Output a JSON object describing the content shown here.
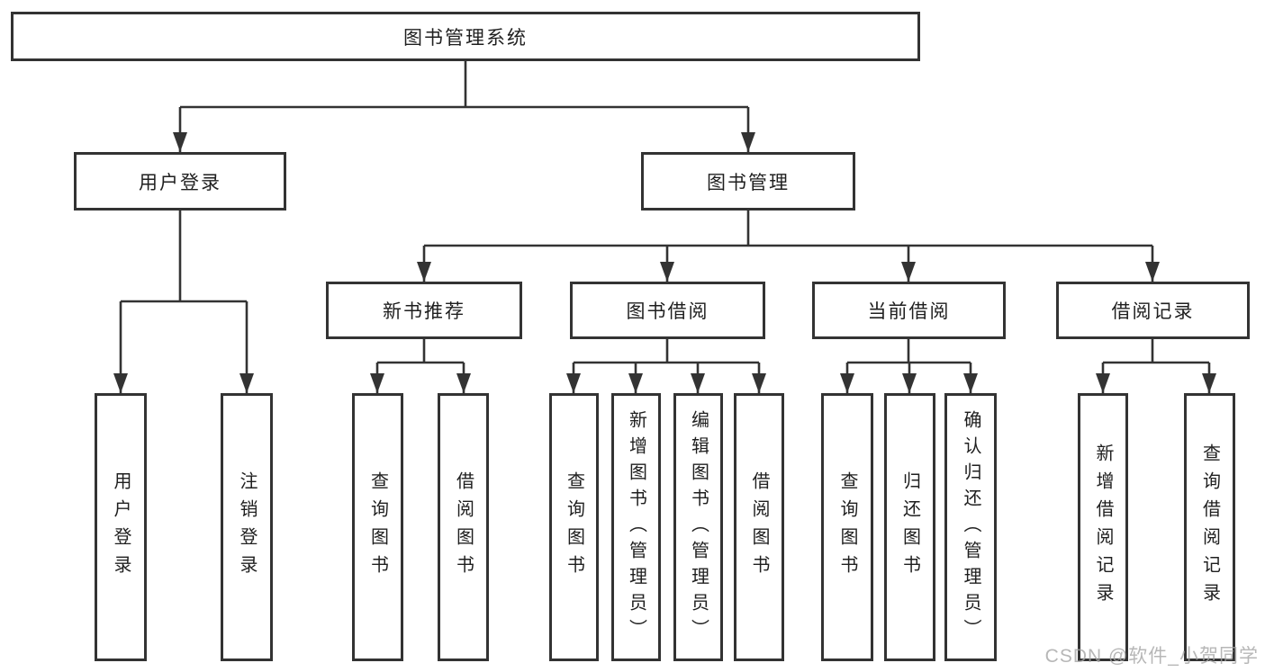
{
  "tree": {
    "label": "图书管理系统",
    "children": [
      {
        "label": "用户登录",
        "children": [
          {
            "label": "用户登录"
          },
          {
            "label": "注销登录"
          }
        ]
      },
      {
        "label": "图书管理",
        "children": [
          {
            "label": "新书推荐",
            "children": [
              {
                "label": "查询图书"
              },
              {
                "label": "借阅图书"
              }
            ]
          },
          {
            "label": "图书借阅",
            "children": [
              {
                "label": "查询图书"
              },
              {
                "label": "新增图书（管理员）"
              },
              {
                "label": "编辑图书（管理员）"
              },
              {
                "label": "借阅图书"
              }
            ]
          },
          {
            "label": "当前借阅",
            "children": [
              {
                "label": "查询图书"
              },
              {
                "label": "归还图书"
              },
              {
                "label": "确认归还（管理员）"
              }
            ]
          },
          {
            "label": "借阅记录",
            "children": [
              {
                "label": "新增借阅记录"
              },
              {
                "label": "查询借阅记录"
              }
            ]
          }
        ]
      }
    ]
  },
  "watermark": "CSDN @软件_小贺同学",
  "colors": {
    "line": "#333333",
    "text": "#1f1f1f",
    "background": "#ffffff",
    "watermark": "#a5a5a5"
  }
}
